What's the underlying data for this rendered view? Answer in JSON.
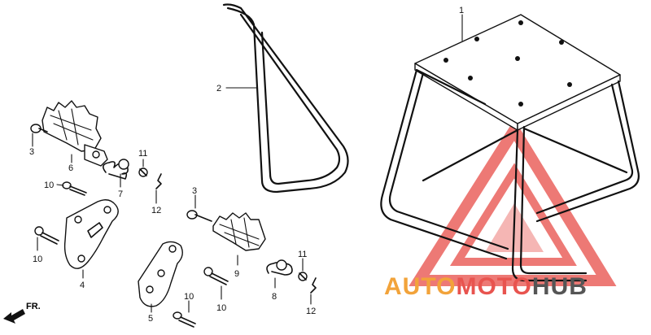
{
  "callouts": {
    "c1": "1",
    "c2": "2",
    "c3a": "3",
    "c3b": "3",
    "c4": "4",
    "c5": "5",
    "c6": "6",
    "c7": "7",
    "c8": "8",
    "c9": "9",
    "c10a": "10",
    "c10b": "10",
    "c10c": "10",
    "c10d": "10",
    "c11a": "11",
    "c11b": "11",
    "c12a": "12",
    "c12b": "12"
  },
  "direction_label": "FR.",
  "watermark": {
    "part1": "AUTO",
    "part2": "MOTO",
    "part3": "HUB",
    "color_orange": "#f2a33a",
    "color_red": "#e8544f",
    "color_grey": "#555555"
  }
}
